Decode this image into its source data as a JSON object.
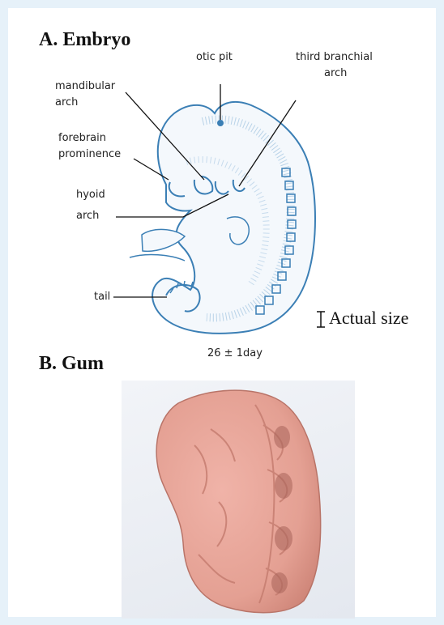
{
  "embryo": {
    "heading": "A. Embryo",
    "labels": {
      "otic_pit": "otic pit",
      "third_branchial_arch_line1": "third branchial",
      "third_branchial_arch_line2": "arch",
      "mandibular_arch_line1": "mandibular",
      "mandibular_arch_line2": "arch",
      "forebrain_line1": "forebrain",
      "forebrain_line2": "prominence",
      "hyoid_line1": "hyoid",
      "hyoid_line2": "arch",
      "tail": "tail"
    },
    "age": "26 ± 1day",
    "scale_label": "Actual size",
    "outline_color": "#3b7fb5"
  },
  "gum": {
    "heading": "B. Gum",
    "model_color": "#e8a79d"
  }
}
